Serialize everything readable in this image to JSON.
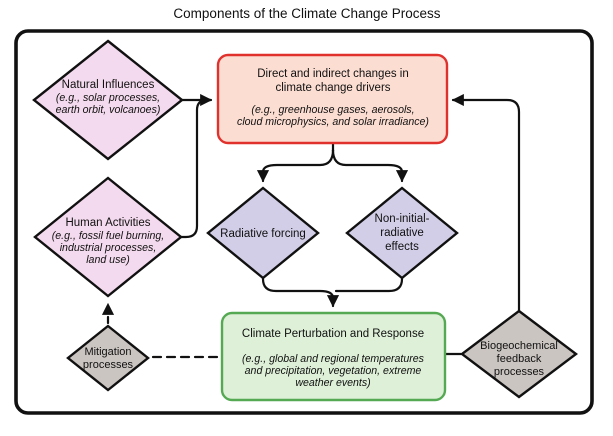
{
  "title": "Components of the Climate Change Process",
  "colors": {
    "pink_fill": "#f4daee",
    "salmon_fill": "#fcddd2",
    "red_stroke": "#e0312d",
    "lavender_fill": "#d3cee8",
    "green_fill": "#def0d8",
    "green_stroke": "#55a953",
    "gray_fill": "#cac5c1",
    "line": "#111111"
  },
  "nodes": {
    "natural_influences": {
      "label": "Natural Influences",
      "details": [
        "(e.g., solar processes,",
        "earth orbit, volcanoes)"
      ]
    },
    "human_activities": {
      "label": "Human Activities",
      "details": [
        "(e.g., fossil fuel burning,",
        "industrial processes,",
        "land use)"
      ]
    },
    "climate_drivers": {
      "label_lines": [
        "Direct and indirect changes in",
        "climate change drivers"
      ],
      "details": [
        "(e.g., greenhouse gases, aerosols,",
        "cloud microphysics, and solar irradiance)"
      ]
    },
    "radiative_forcing": {
      "label": "Radiative forcing"
    },
    "non_initial_radiative": {
      "label_lines": [
        "Non-initial-",
        "radiative",
        "effects"
      ]
    },
    "climate_perturbation": {
      "label": "Climate Perturbation and Response",
      "details": [
        "(e.g., global and regional temperatures",
        "and precipitation, vegetation, extreme",
        "weather events)"
      ]
    },
    "mitigation": {
      "label_lines": [
        "Mitigation",
        "processes"
      ]
    },
    "biogeochemical": {
      "label_lines": [
        "Biogeochemical",
        "feedback",
        "processes"
      ]
    }
  }
}
